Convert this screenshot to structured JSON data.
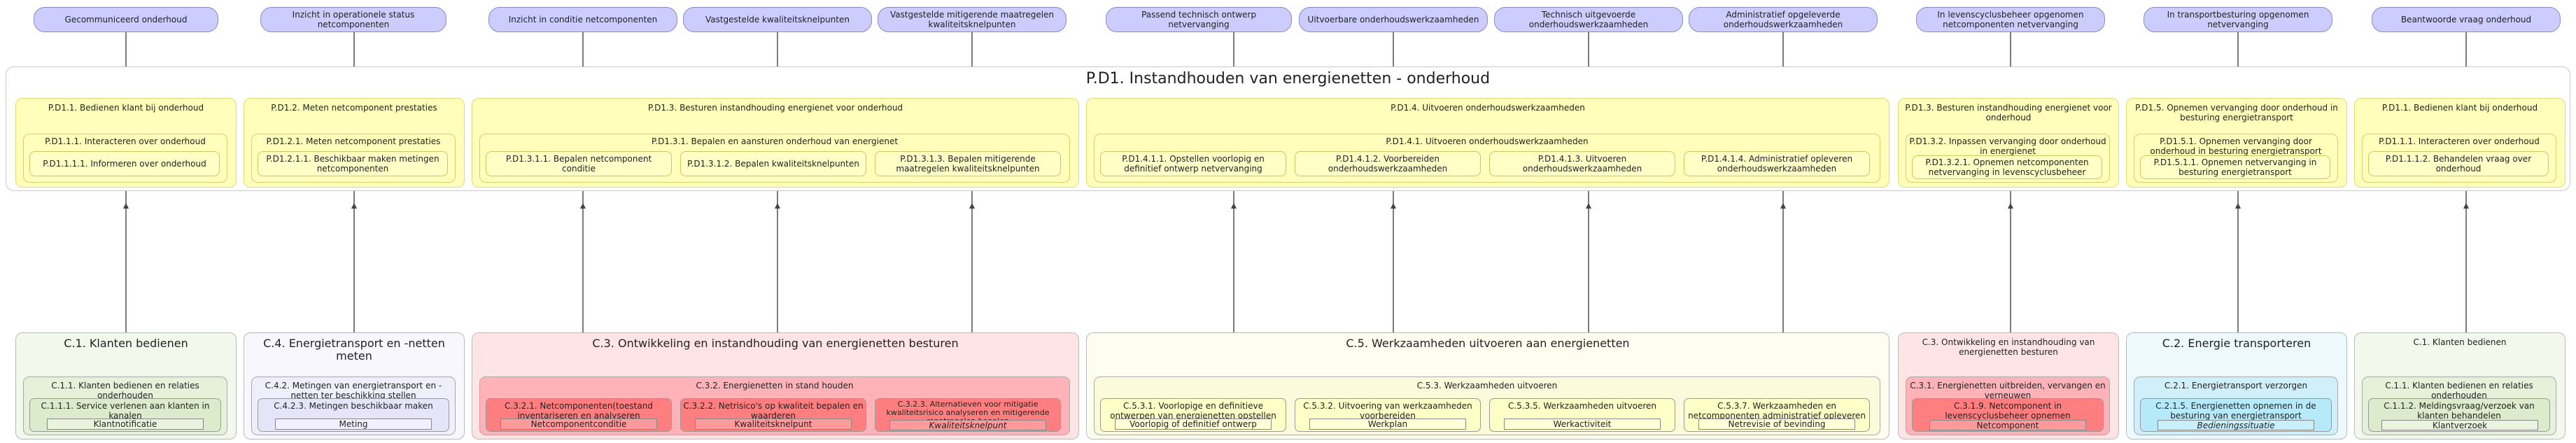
{
  "pills": [
    {
      "id": "p1",
      "label": "Gecommuniceerd onderhoud"
    },
    {
      "id": "p2",
      "label": "Inzicht in operationele status netcomponenten"
    },
    {
      "id": "p3",
      "label": "Inzicht in conditie netcomponenten"
    },
    {
      "id": "p4",
      "label": "Vastgestelde kwaliteitsknelpunten"
    },
    {
      "id": "p5",
      "label": "Vastgestelde mitigerende maatregelen kwaliteitsknelpunten"
    },
    {
      "id": "p6",
      "label": "Passend technisch ontwerp netvervanging"
    },
    {
      "id": "p7",
      "label": "Uitvoerbare onderhoudswerkzaamheden"
    },
    {
      "id": "p8",
      "label": "Technisch uitgevoerde onderhoudswerkzaamheden"
    },
    {
      "id": "p9",
      "label": "Administratief opgeleverde onderhoudswerkzaamheden"
    },
    {
      "id": "p10",
      "label": "In levenscyclusbeheer opgenomen netcomponenten netvervanging"
    },
    {
      "id": "p11",
      "label": "In transportbesturing opgenomen netvervanging"
    },
    {
      "id": "p12",
      "label": "Beantwoorde vraag onderhoud"
    }
  ],
  "process_lane": {
    "title": "P.D1. Instandhouden van energienetten - onderhoud",
    "columns": [
      {
        "title": "P.D1.1. Bedienen klant bij onderhoud",
        "inner": "P.D1.1.1. Interacteren over onderhoud",
        "procs": [
          "P.D1.1.1.1. Informeren over onderhoud"
        ]
      },
      {
        "title": "P.D1.2. Meten netcomponent prestaties",
        "inner": "P.D1.2.1. Meten netcomponent prestaties",
        "procs": [
          "P.D1.2.1.1. Beschikbaar maken metingen netcomponenten"
        ]
      },
      {
        "title": "P.D1.3. Besturen instandhouding energienet voor onderhoud",
        "inner": "P.D1.3.1. Bepalen en aansturen onderhoud van energienet",
        "procs": [
          "P.D1.3.1.1. Bepalen netcomponent conditie",
          "P.D1.3.1.2. Bepalen kwaliteitsknelpunten",
          "P.D1.3.1.3. Bepalen mitigerende maatregelen kwaliteitsknelpunten"
        ]
      },
      {
        "title": "P.D1.4. Uitvoeren onderhoudswerkzaamheden",
        "inner": "P.D1.4.1. Uitvoeren onderhoudswerkzaamheden",
        "procs": [
          "P.D1.4.1.1. Opstellen voorlopig en definitief ontwerp netvervanging",
          "P.D1.4.1.2. Voorbereiden onderhoudswerkzaamheden",
          "P.D1.4.1.3. Uitvoeren onderhoudswerkzaamheden",
          "P.D1.4.1.4. Administratief opleveren onderhoudswerkzaamheden"
        ]
      },
      {
        "title": "P.D1.3. Besturen instandhouding energienet voor onderhoud",
        "inner": "P.D1.3.2. Inpassen vervanging door onderhoud in energienet",
        "procs": [
          "P.D1.3.2.1. Opnemen netcomponenten netvervanging in levenscyclusbeheer"
        ]
      },
      {
        "title": "P.D1.5. Opnemen vervanging door onderhoud in besturing energietransport",
        "inner": "P.D1.5.1. Opnemen vervanging door onderhoud in besturing energietransport",
        "procs": [
          "P.D1.5.1.1. Opnemen netvervanging in besturing energietransport"
        ]
      },
      {
        "title": "P.D1.1. Bedienen klant bij onderhoud",
        "inner": "P.D1.1.1. Interacteren over onderhoud",
        "procs": [
          "P.D1.1.1.2. Behandelen vraag over onderhoud"
        ]
      }
    ]
  },
  "capabilities": [
    {
      "title": "C.1. Klanten bedienen",
      "sub": "C.1.1. Klanten bedienen en relaties onderhouden",
      "items": [
        {
          "label": "C.1.1.1. Service verlenen aan klanten in kanalen",
          "object": "Klantnotificatie",
          "italic": false
        }
      ]
    },
    {
      "title": "C.4. Energietransport en -netten meten",
      "sub": "C.4.2. Metingen van energietransport en -netten ter beschikking stellen",
      "items": [
        {
          "label": "C.4.2.3. Metingen beschikbaar maken",
          "object": "Meting",
          "italic": false
        }
      ]
    },
    {
      "title": "C.3. Ontwikkeling en instandhouding van energienetten besturen",
      "sub": "C.3.2. Energienetten in stand houden",
      "items": [
        {
          "label": "C.3.2.1. Netcomponenten(toestand inventariseren en analyseren",
          "object": "Netcomponentconditie",
          "italic": false
        },
        {
          "label": "C.3.2.2. Netrisico's op kwaliteit bepalen en waarderen",
          "object": "Kwaliteitsknelpunt",
          "italic": false
        },
        {
          "label": "C.3.2.3. Alternatieven voor mitigatie kwaliteitsrisico analyseren en mitigerende maatregelen bepalen",
          "object": "Kwaliteitsknelpunt",
          "italic": true
        }
      ]
    },
    {
      "title": "C.5. Werkzaamheden uitvoeren aan energienetten",
      "sub": "C.5.3. Werkzaamheden uitvoeren",
      "items": [
        {
          "label": "C.5.3.1. Voorlopige en definitieve ontwerpen van energienetten opstellen",
          "object": "Voorlopig of definitief ontwerp",
          "italic": false
        },
        {
          "label": "C.5.3.2. Uitvoering van werkzaamheden voorbereiden",
          "object": "Werkplan",
          "italic": false
        },
        {
          "label": "C.5.3.5. Werkzaamheden uitvoeren",
          "object": "Werkactiviteit",
          "italic": false
        },
        {
          "label": "C.5.3.7. Werkzaamheden en netcomponenten administratief opleveren",
          "object": "Netrevisie of bevinding",
          "italic": false
        }
      ]
    },
    {
      "title": "C.3. Ontwikkeling en instandhouding van energienetten besturen",
      "sub": "C.3.1. Energienetten uitbreiden, vervangen en verneuwen",
      "items": [
        {
          "label": "C.3.1.9. Netcomponent in levenscyclusbeheer opnemen",
          "object": "Netcomponent",
          "italic": false
        }
      ]
    },
    {
      "title": "C.2. Energie transporteren",
      "sub": "C.2.1. Energietransport verzorgen",
      "items": [
        {
          "label": "C.2.1.5. Energienetten opnemen in de besturing van energietransport",
          "object": "Bedieningssituatie",
          "italic": true
        }
      ]
    },
    {
      "title": "C.1. Klanten bedienen",
      "sub": "C.1.1. Klanten bedienen en relaties onderhouden",
      "items": [
        {
          "label": "C.1.1.2. Meldingsvraag/verzoek van klanten behandelen",
          "object": "Klantverzoek",
          "italic": false
        }
      ]
    }
  ],
  "colors": {
    "pill": "#ccccff",
    "process": "#ffffbb",
    "green_outer": "#f2f8ec",
    "green_mid": "#e6f1da",
    "green_inner": "#dcebcb",
    "lilac_outer": "#f8f7fd",
    "lilac_mid": "#efeefb",
    "lilac_inner": "#e5e4f8",
    "red_outer": "#ffe4e6",
    "red_mid": "#ffb3b8",
    "red_inner": "#ff7f80",
    "yellow_outer": "#fdfdf0",
    "yellow_mid": "#fbfbdc",
    "yellow_inner": "#ffffc8",
    "blue_outer": "#eef9fd",
    "blue_mid": "#cff0fb",
    "blue_inner": "#b6e9fa"
  }
}
